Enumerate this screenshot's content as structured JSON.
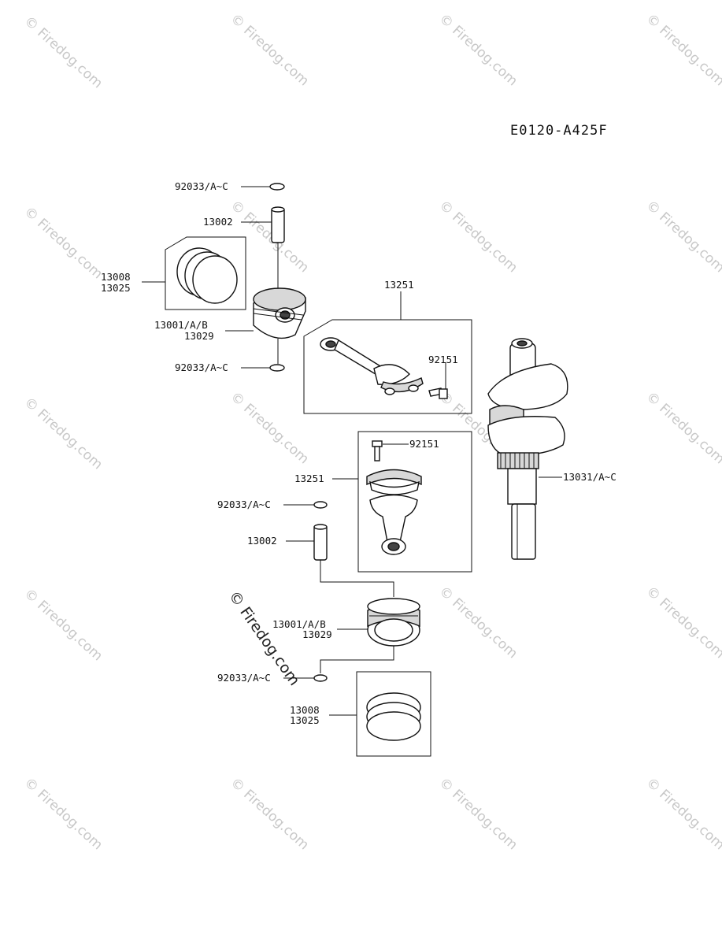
{
  "diagram_code": "E0120-A425F",
  "watermark": "© Firedog.com",
  "labels": {
    "circlip_top_1": "92033/A~C",
    "pin_1": "13002",
    "rings_1a": "13008",
    "rings_1b": "13025",
    "piston_1a": "13001/A/B",
    "piston_1b": "13029",
    "circlip_bottom_1": "92033/A~C",
    "conrod_1": "13251",
    "bolt_1": "92151",
    "bolt_2": "92151",
    "conrod_2": "13251",
    "circlip_top_2": "92033/A~C",
    "pin_2": "13002",
    "piston_2a": "13001/A/B",
    "piston_2b": "13029",
    "circlip_bottom_2": "92033/A~C",
    "rings_2a": "13008",
    "rings_2b": "13025",
    "crankshaft": "13031/A~C"
  }
}
